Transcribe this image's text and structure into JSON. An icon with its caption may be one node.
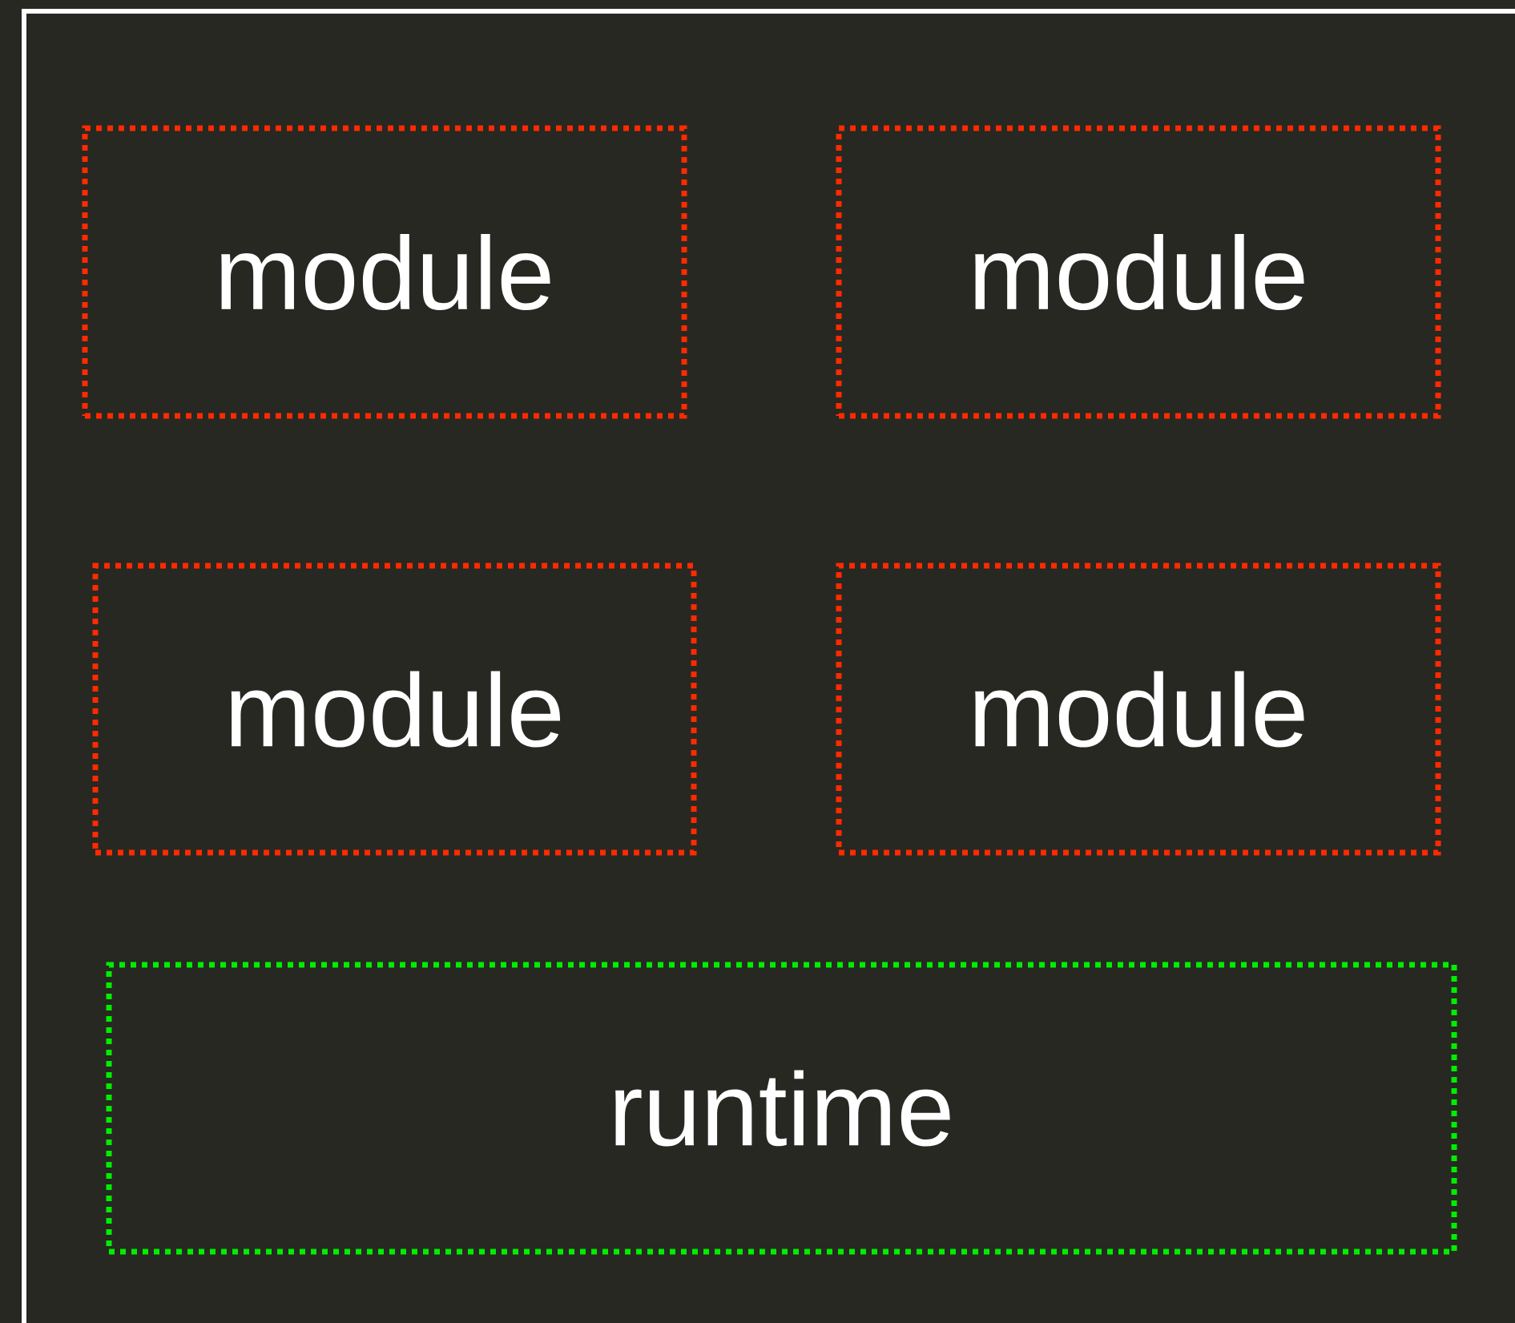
{
  "diagram": {
    "nodes": [
      {
        "text": [
          "module"
        ]
      },
      {
        "text": [
          "module"
        ]
      },
      {
        "text": [
          "module"
        ]
      },
      {
        "text": [
          "module"
        ]
      },
      {
        "text": [
          "runtime"
        ]
      }
    ]
  }
}
